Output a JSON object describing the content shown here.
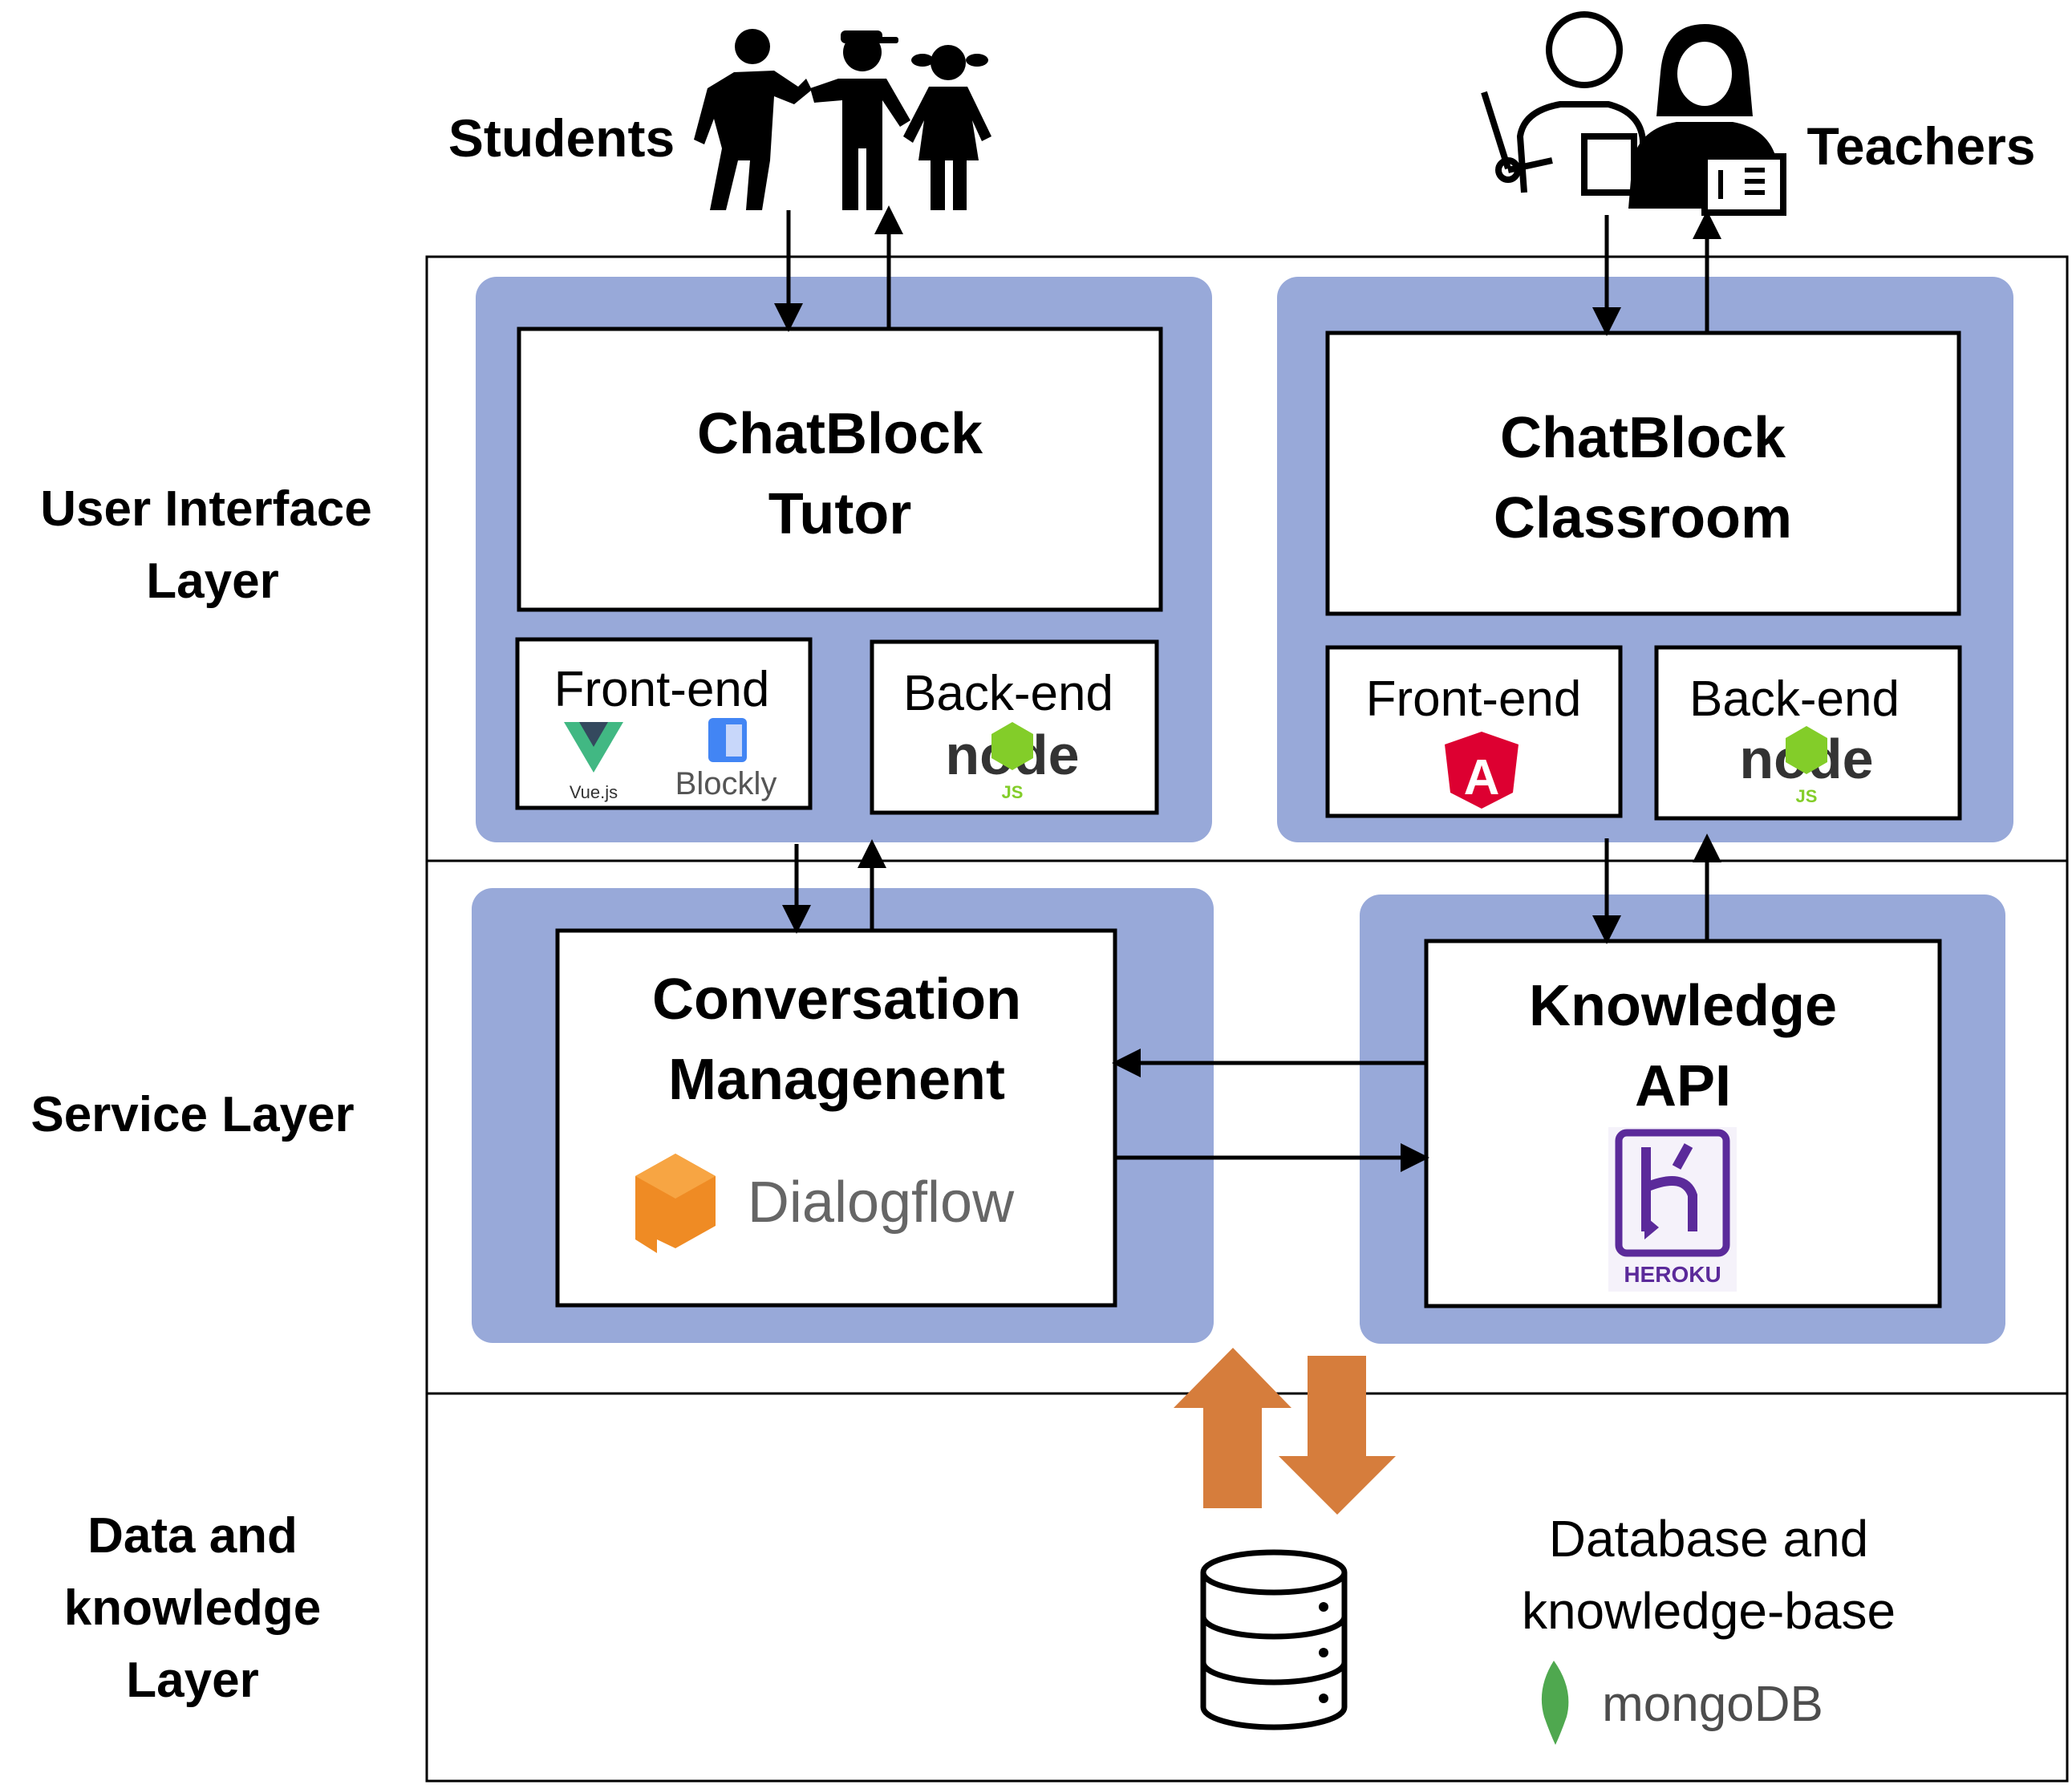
{
  "actors": {
    "students": "Students",
    "teachers": "Teachers"
  },
  "layers": {
    "ui": [
      "User Interface",
      "Layer"
    ],
    "service": [
      "Service Layer"
    ],
    "data": [
      "Data and",
      "knowledge",
      "Layer"
    ]
  },
  "tutor": {
    "title": [
      "ChatBlock",
      "Tutor"
    ],
    "frontend": "Front-end",
    "backend": "Back-end",
    "logos": {
      "vue": "Vue.js",
      "blockly": "Blockly",
      "node": "node",
      "node_js": "JS"
    }
  },
  "classroom": {
    "title": [
      "ChatBlock",
      "Classroom"
    ],
    "frontend": "Front-end",
    "backend": "Back-end",
    "logos": {
      "angular": "A",
      "node": "node",
      "node_js": "JS"
    }
  },
  "conversation": {
    "title": [
      "Conversation",
      "Managenent"
    ],
    "logo": "Dialogflow"
  },
  "knowledge": {
    "title": [
      "Knowledge",
      "API"
    ],
    "logo": "HEROKU"
  },
  "database": {
    "label": [
      "Database and",
      "knowledge-base"
    ],
    "logo": "mongoDB"
  },
  "colors": {
    "panel": "#98a9d9",
    "arrow_orange": "#d67d3c",
    "dialogflow_orange": "#ef8b24",
    "angular_red": "#dd0031",
    "heroku_purple": "#5b2a9a",
    "vue_green": "#41b883",
    "vue_dark": "#34495e",
    "node_green": "#83cd29",
    "mongo_green": "#4fa84f"
  }
}
